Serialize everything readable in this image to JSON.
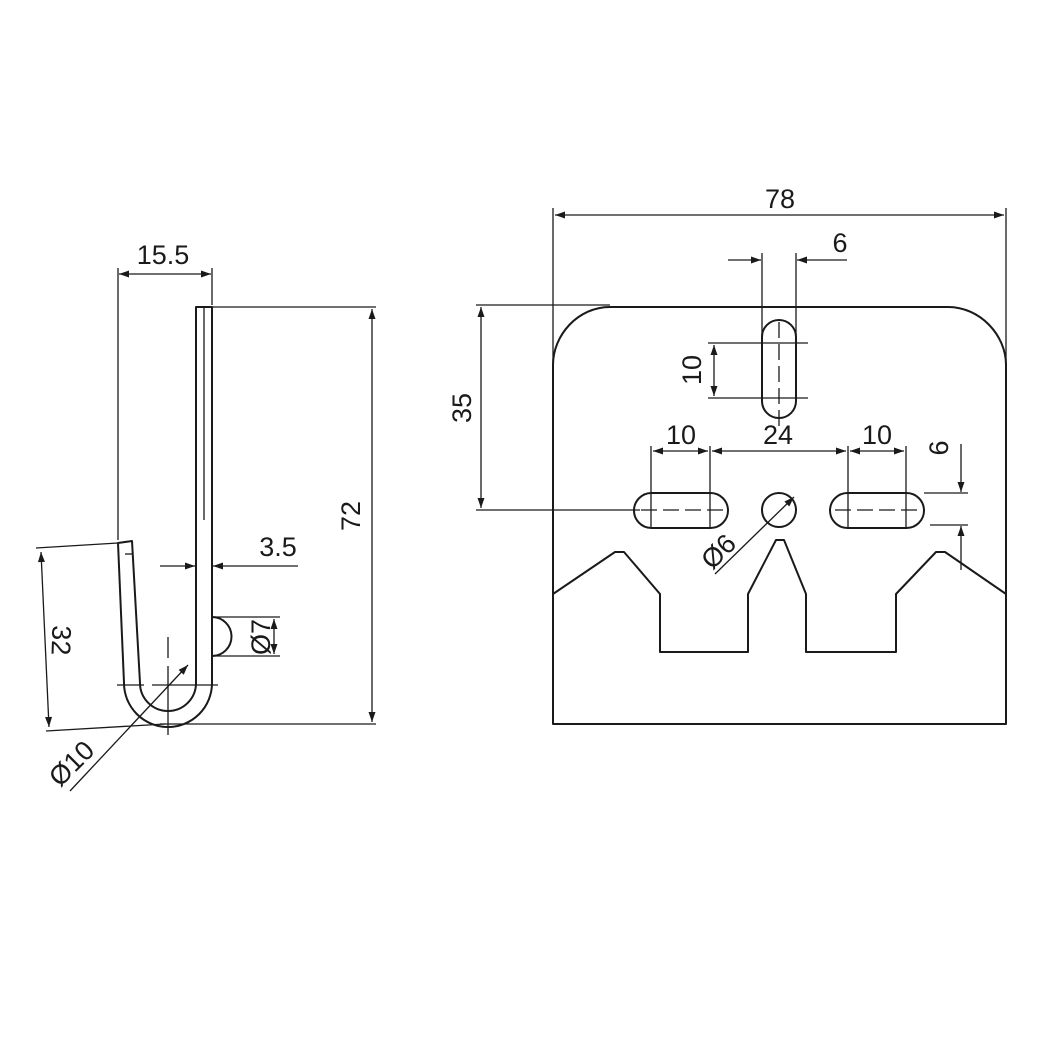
{
  "dimensions": {
    "side_depth": "15.5",
    "side_height": "72",
    "hook_height": "32",
    "thickness": "3.5",
    "bend_diameter": "Ø10",
    "bulge_diameter": "Ø7",
    "front_width": "78",
    "slot_width": "6",
    "slot_length": "10",
    "top_to_holes": "35",
    "left_slot_length": "10",
    "hole_spacing": "24",
    "right_slot_length": "10",
    "hole_to_notch": "6",
    "center_hole_diameter": "Ø6"
  },
  "colors": {
    "line": "#1a1a1a",
    "background": "#ffffff"
  }
}
